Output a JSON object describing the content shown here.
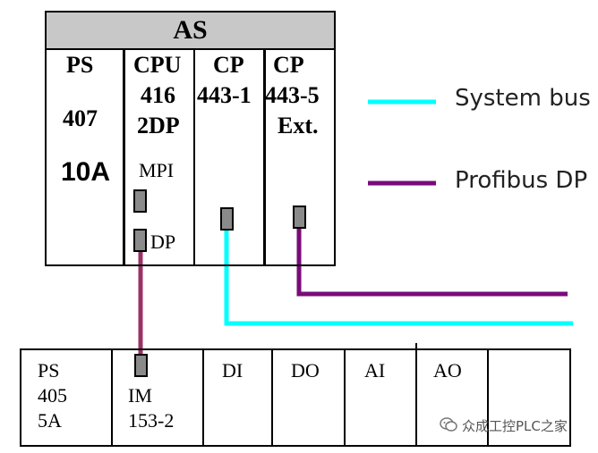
{
  "as_rack": {
    "title": "AS",
    "ps": {
      "line1": "PS",
      "line2": "407",
      "line3": "10A"
    },
    "cpu": {
      "line1": "CPU",
      "line2": "416",
      "line3": "2DP",
      "mpi": "MPI",
      "dp": "DP"
    },
    "cp1": {
      "line1": "CP",
      "line2": "443-1"
    },
    "cp2": {
      "line1": "CP",
      "line2": "443-5",
      "line3": "Ext."
    }
  },
  "legend": {
    "system_bus": "System bus",
    "profibus": "Profibus DP"
  },
  "colors": {
    "system_bus": "#00ffff",
    "profibus_dp": "#7a0a7a",
    "cpu_to_im": "#993366",
    "title_bar": "#c8c8c8"
  },
  "et_rack": {
    "ps": {
      "line1": "PS",
      "line2": "405",
      "line3": "5A"
    },
    "im": {
      "line1": "IM",
      "line2": "153-2"
    },
    "di": "DI",
    "do": "DO",
    "ai": "AI",
    "ao": "AO"
  },
  "watermark": "众成工控PLC之家",
  "icons": {
    "watermark_logo": "wechat-icon"
  }
}
